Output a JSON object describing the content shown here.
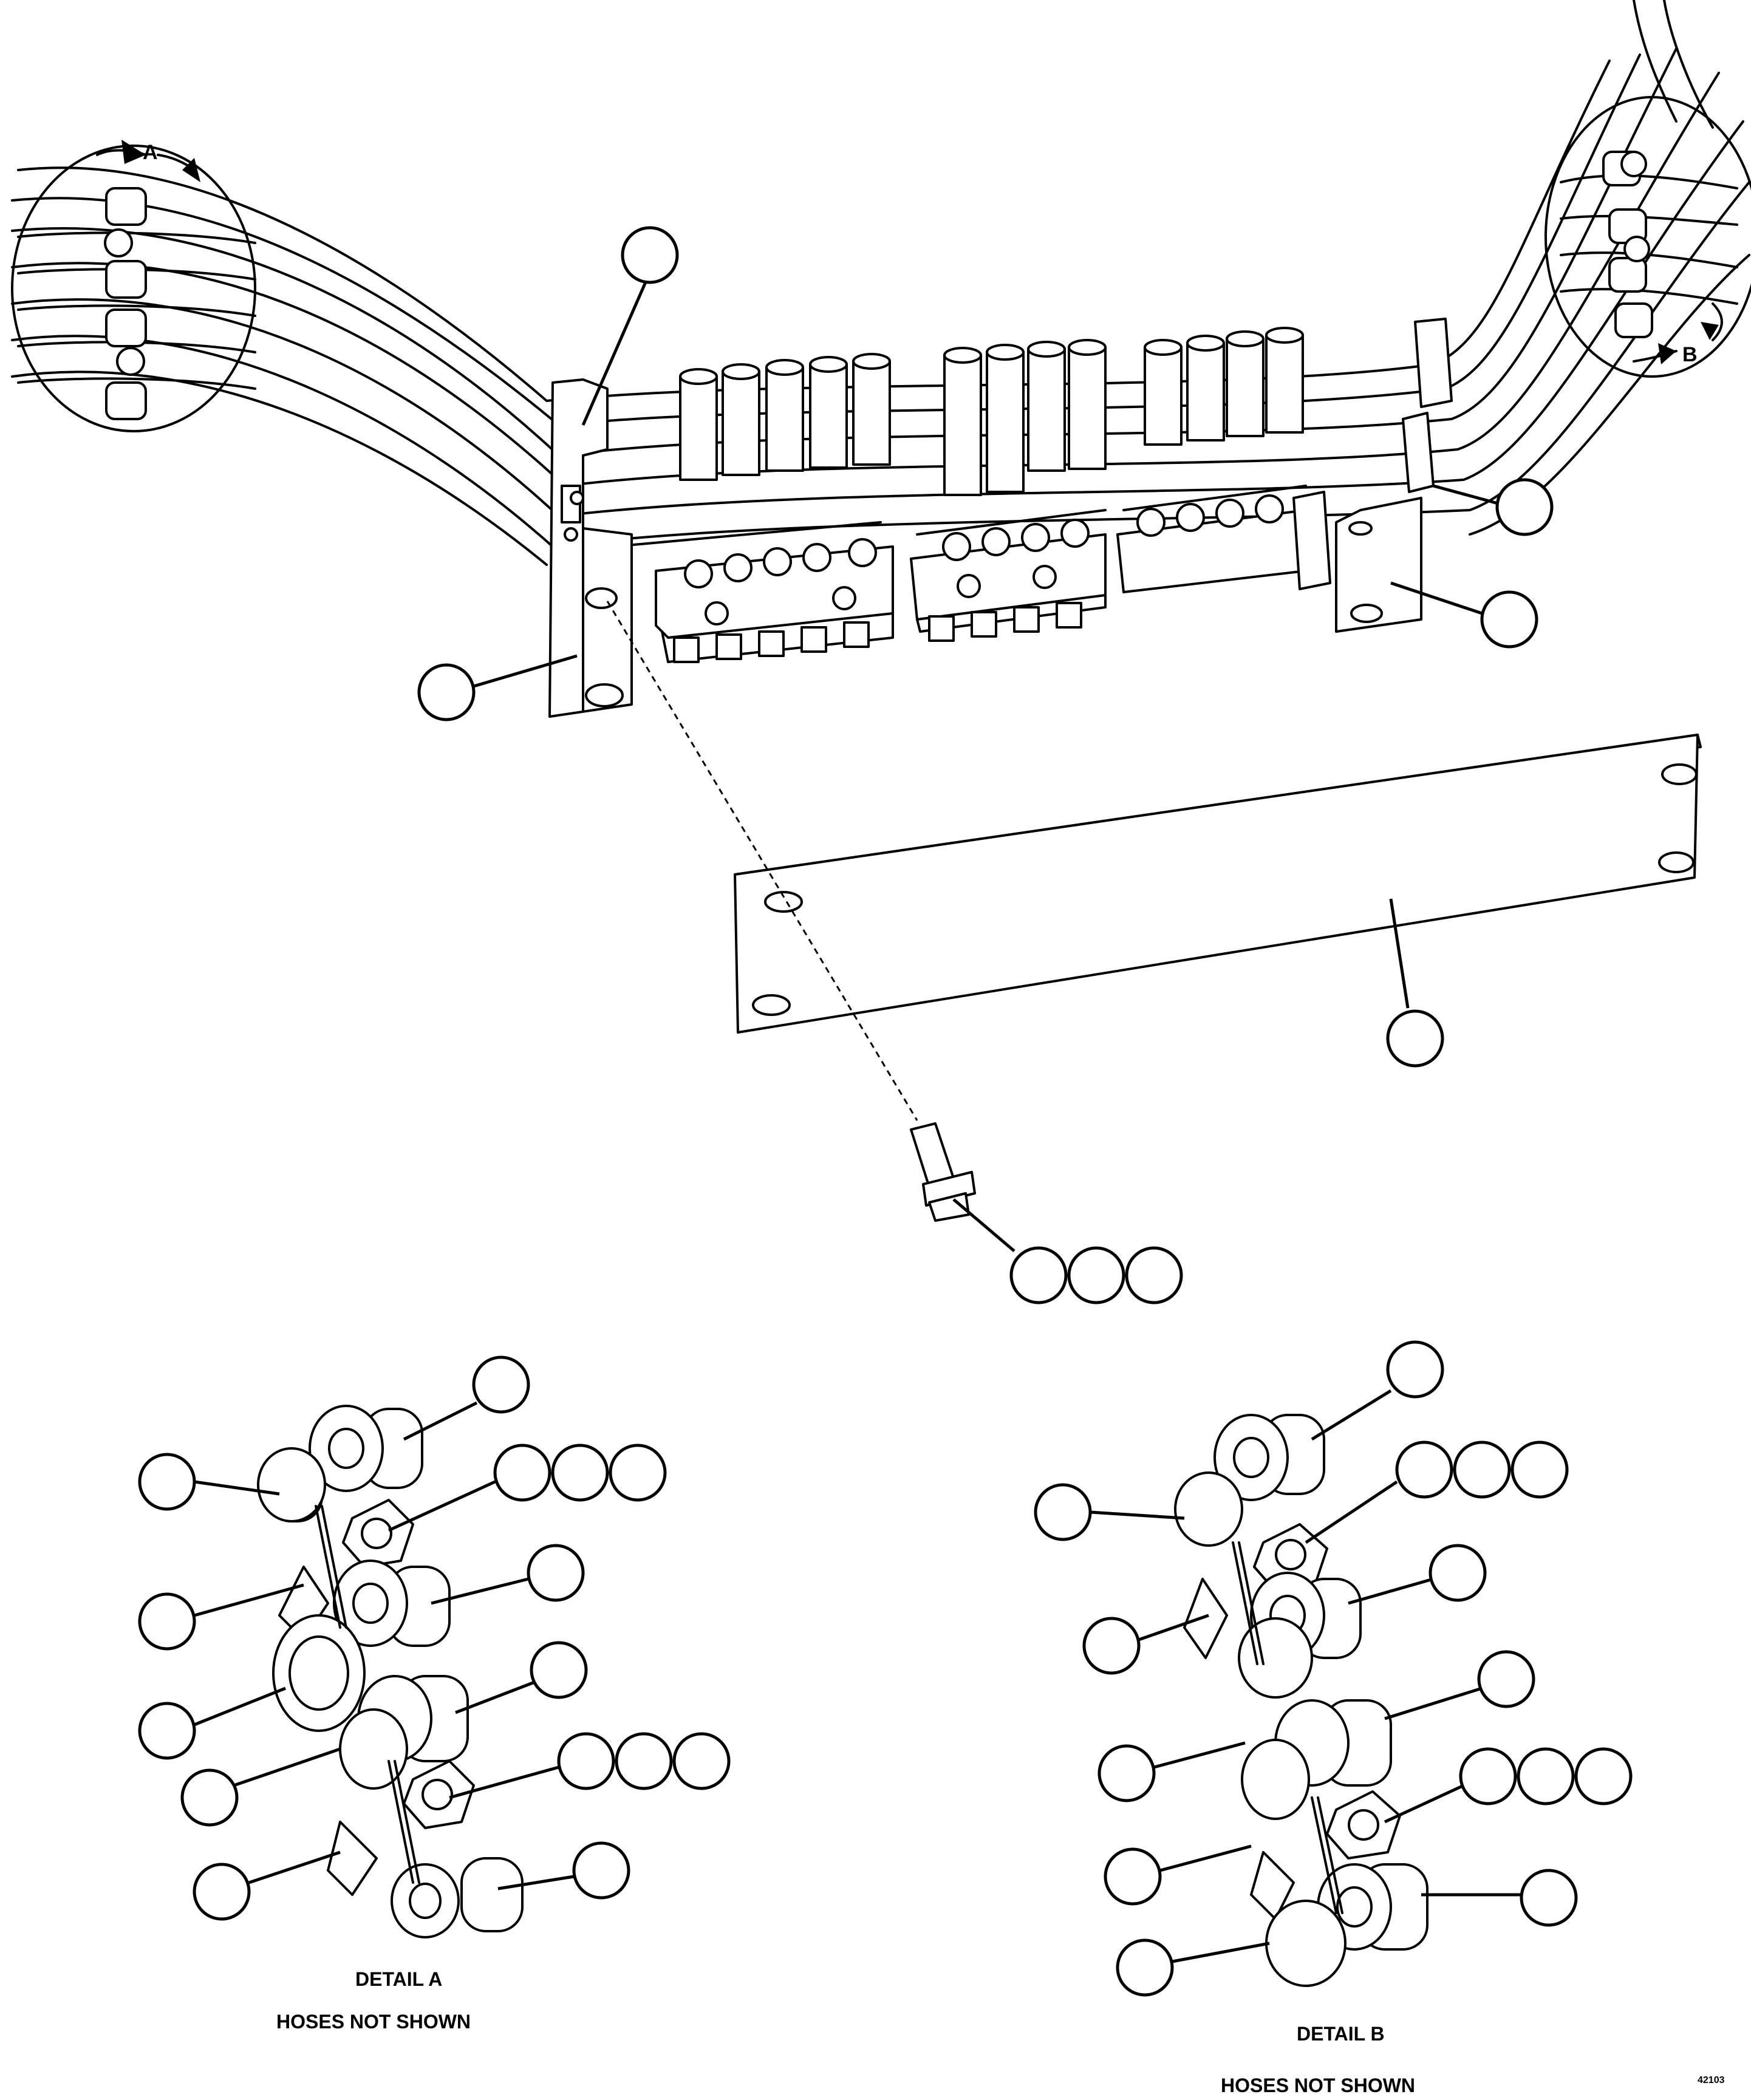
{
  "detail_a_marker": "A",
  "detail_b_marker": "B",
  "detail_a_title": "DETAIL A",
  "detail_a_note": "HOSES NOT SHOWN",
  "detail_b_title": "DETAIL B",
  "detail_b_note": "HOSES NOT SHOWN",
  "figure_id": "42103"
}
